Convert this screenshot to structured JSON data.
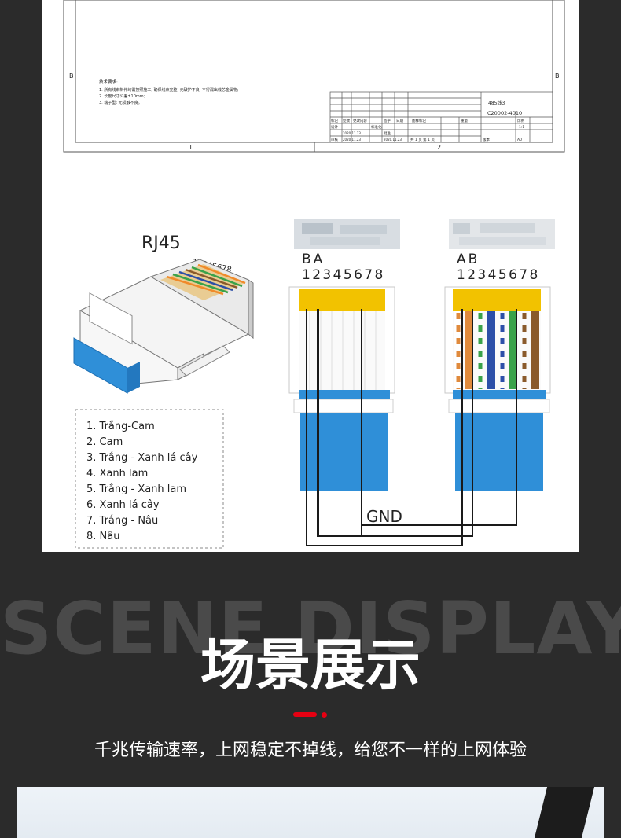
{
  "drawing": {
    "border_markers": {
      "left": "B",
      "right": "B",
      "col1": "1",
      "col2": "2"
    },
    "notes_title": "技术要求:",
    "notes": [
      "1. 所有线束制作均需按照施工, 确保线束完整, 无破护不良, 不得漏出线芯金属物;",
      "2. 长度尺寸公差±10mm;",
      "3. 端子型: 无损触不良。"
    ],
    "title_block": {
      "part_name": "485线3",
      "part_number": "C20002-4010",
      "row_labels": [
        "标记",
        "处数",
        "更改内容",
        "签字",
        "日期"
      ],
      "designer_label": "设计",
      "designer_date": "2020.11.23",
      "checker_label": "审核",
      "checker_date": "2020.11.23",
      "standard_label": "标准化",
      "approve_label": "批准",
      "approve_date": "2020.11.23",
      "stage_label": "图样标记",
      "weight_label": "重量",
      "scale_label": "比例",
      "scale_value": "1:1",
      "sheet_info": "共 1 页 第 1 页",
      "size_label": "版本",
      "size_value": "A0"
    }
  },
  "wiring": {
    "connector_title": "RJ45",
    "connector_pins": "12345678",
    "left_plug": {
      "label": "BA",
      "pins": "12345678"
    },
    "right_plug": {
      "label": "AB",
      "pins": "12345678"
    },
    "gnd_label": "GND",
    "color_legend": [
      "1. Trắng-Cam",
      "2. Cam",
      "3. Trắng - Xanh lá cây",
      "4. Xanh lam",
      "5. Trắng - Xanh lam",
      "6. Xanh lá cây",
      "7. Trắng - Nâu",
      "8. Nâu"
    ]
  },
  "scene": {
    "bg_text": "SCENE DISPLAY",
    "title": "场景展示",
    "subtitle": "千兆传输速率，上网稳定不掉线，给您不一样的上网体验"
  },
  "colors": {
    "page_background": "#2b2b2b",
    "accent": "#e60012",
    "plug_blue": "#2f8fd8",
    "pin_gold": "#f2c200",
    "wire_orange": "#e08a3c",
    "wire_green": "#3aa24a",
    "wire_blue": "#2c4fa8",
    "wire_brown": "#8a5a2b"
  }
}
